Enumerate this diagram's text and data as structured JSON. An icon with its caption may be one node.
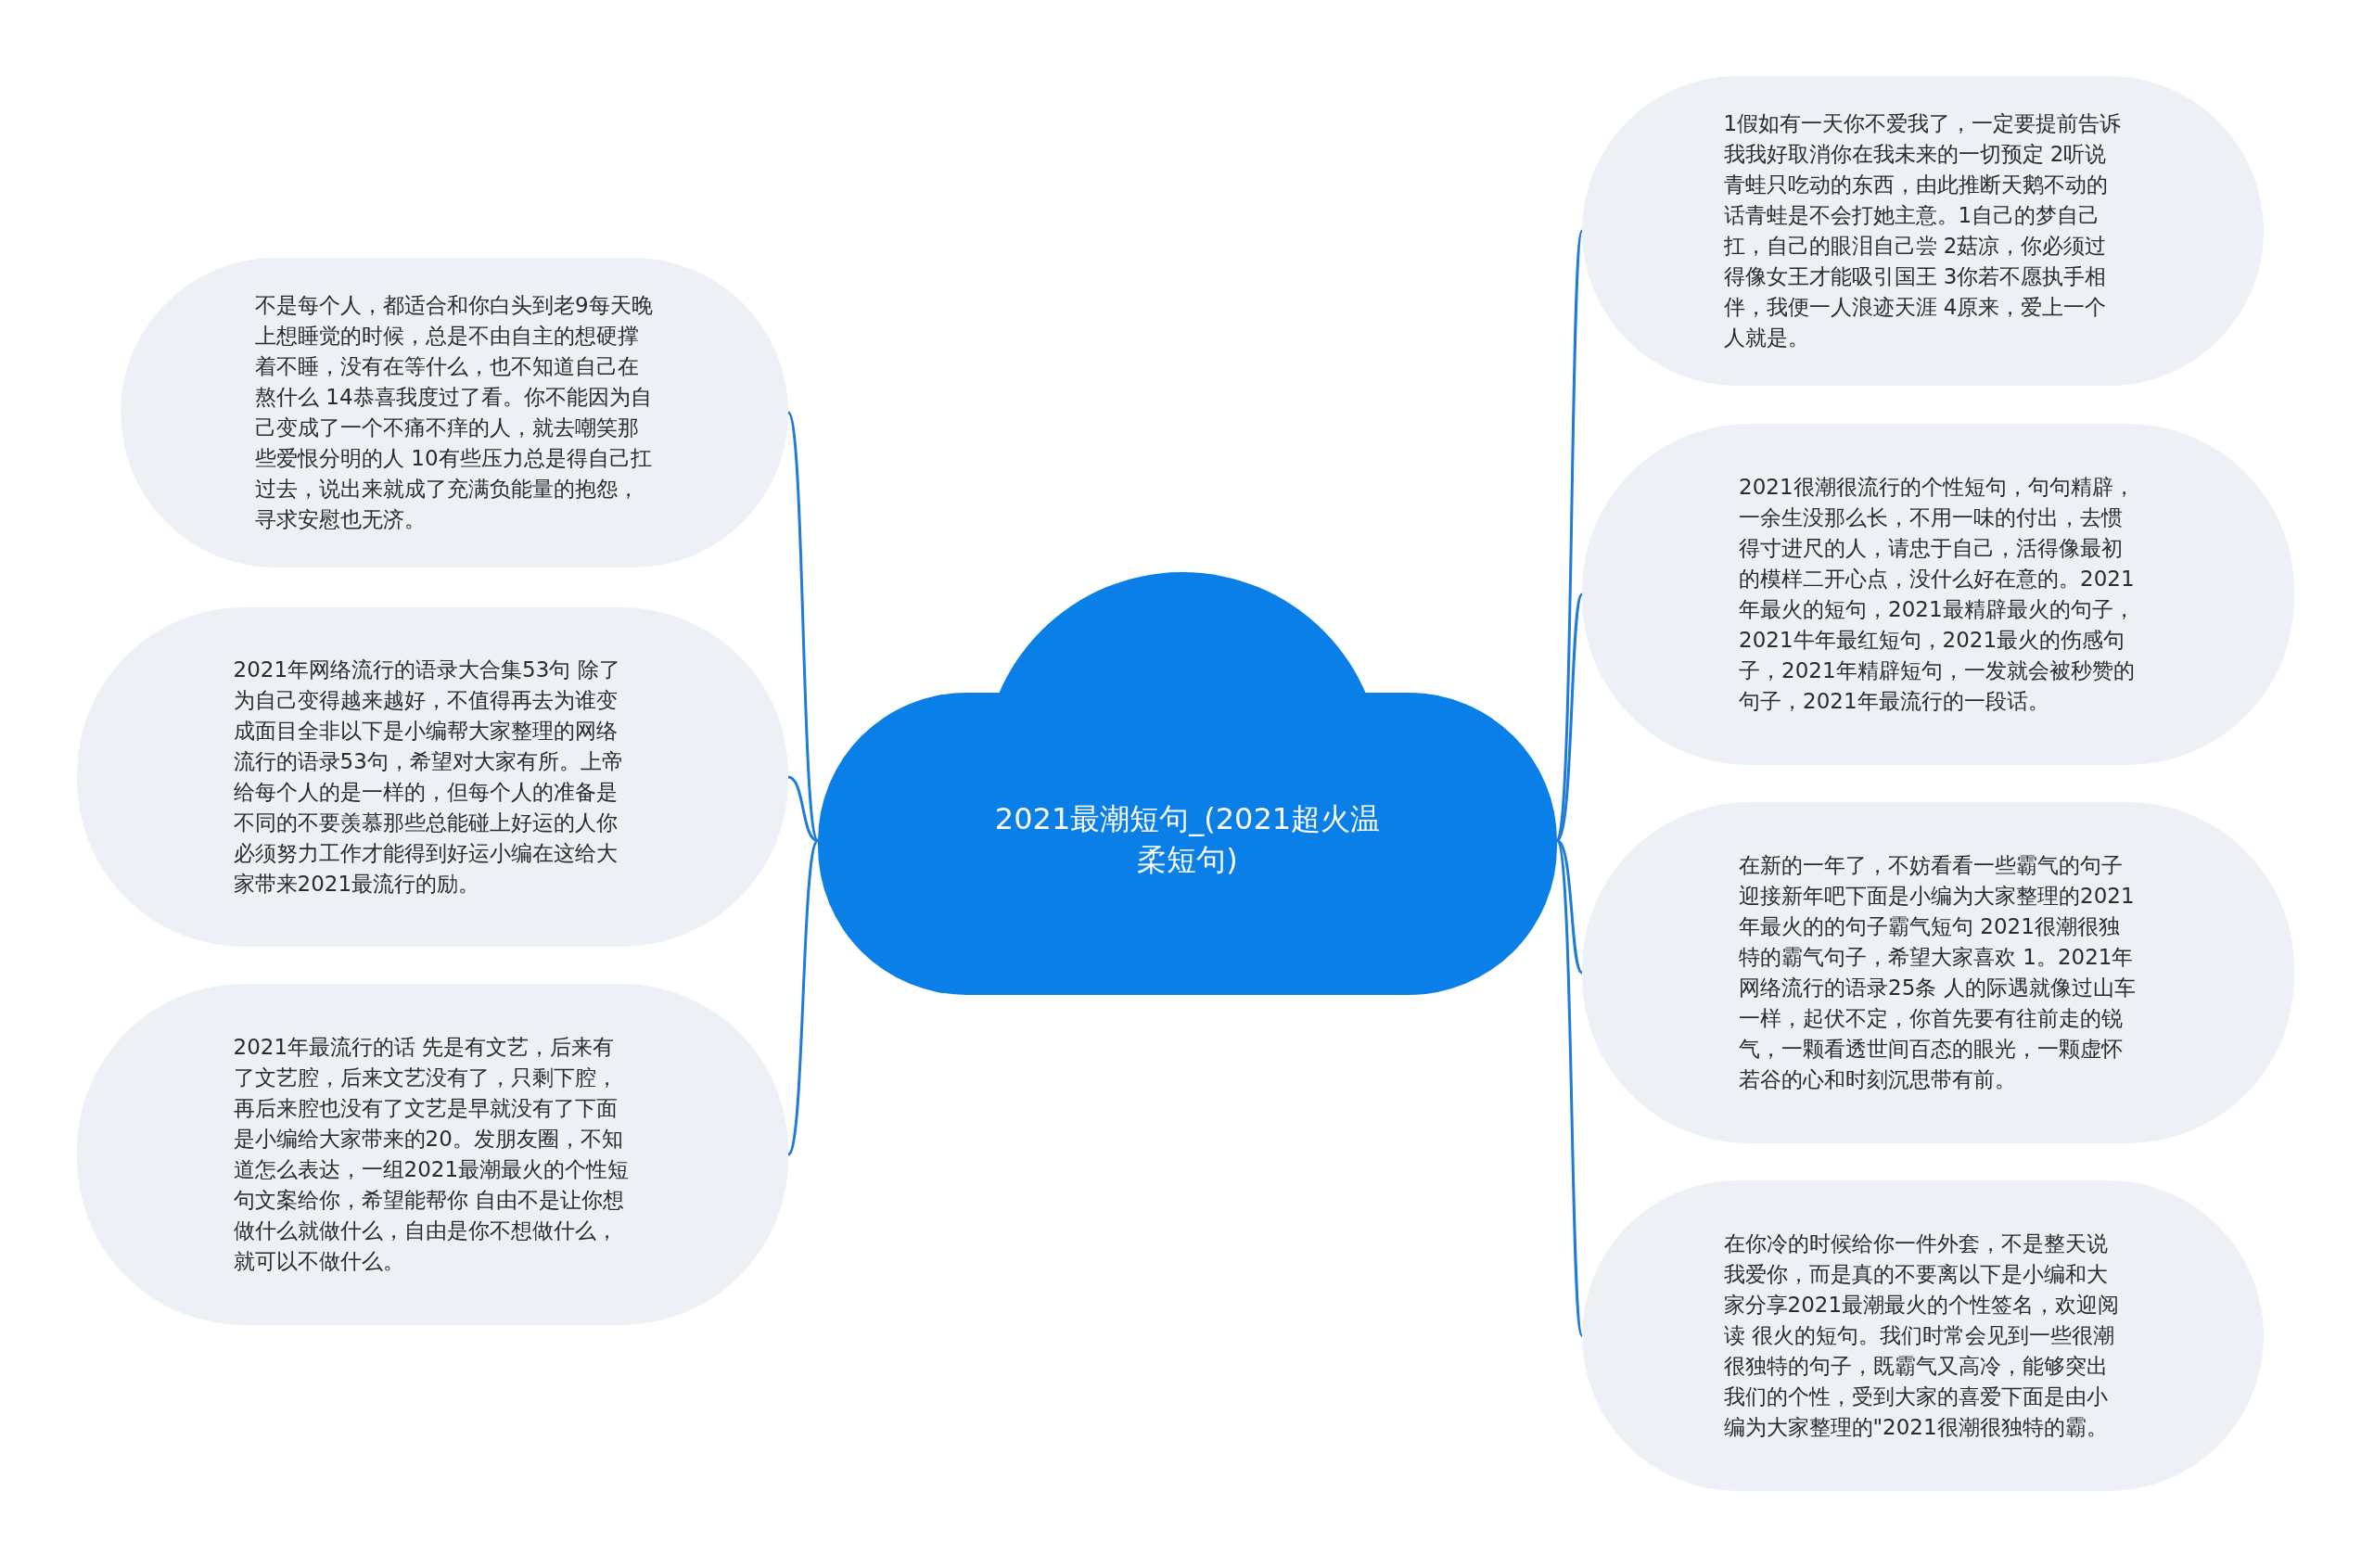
{
  "diagram": {
    "nodes": [
      {
        "text": [
          "2021最潮短句_(2021超火温柔短句)"
        ]
      },
      {
        "text": [
          "不是每个人，都适合和你白头到老9每天晚上想睡觉的时候，总是不由自主的想硬撑着不睡，没有在等什么，也不知道自己在熬什么 14恭喜我度过了看。你不能因为自己变成了一个不痛不痒的人，就去嘲笑那些爱恨分明的人 10有些压力总是得自己扛过去，说出来就成了充满负能量的抱怨，寻求安慰也无济。"
        ]
      },
      {
        "text": [
          "2021年网络流行的语录大合集53句 除了为自己变得越来越好，不值得再去为谁变成面目全非以下是小编帮大家整理的网络流行的语录53句，希望对大家有所。上帝给每个人的是一样的，但每个人的准备是不同的不要羡慕那些总能碰上好运的人你必须努力工作才能得到好运小编在这给大家带来2021最流行的励。"
        ]
      },
      {
        "text": [
          "2021年最流行的话 先是有文艺，后来有了文艺腔，后来文艺没有了，只剩下腔，再后来腔也没有了文艺是早就没有了下面是小编给大家带来的20。发朋友圈，不知道怎么表达，一组2021最潮最火的个性短句文案给你，希望能帮你 自由不是让你想做什么就做什么，自由是你不想做什么，就可以不做什么。"
        ]
      },
      {
        "text": [
          "1假如有一天你不爱我了，一定要提前告诉我我好取消你在我未来的一切预定 2听说青蛙只吃动的东西，由此推断天鹅不动的话青蛙是不会打她主意。1自己的梦自己扛，自己的眼泪自己尝 2菇凉，你必须过得像女王才能吸引国王 3你若不愿执手相伴，我便一人浪迹天涯 4原来，爱上一个人就是。"
        ]
      },
      {
        "text": [
          "2021很潮很流行的个性短句，句句精辟，一余生没那么长，不用一味的付出，去惯得寸进尺的人，请忠于自己，活得像最初的模样二开心点，没什么好在意的。2021年最火的短句，2021最精辟最火的句子，2021牛年最红短句，2021最火的伤感句子，2021年精辟短句，一发就会被秒赞的句子，2021年最流行的一段话。"
        ]
      },
      {
        "text": [
          "在新的一年了，不妨看看一些霸气的句子迎接新年吧下面是小编为大家整理的2021年最火的的句子霸气短句 2021很潮很独特的霸气句子，希望大家喜欢 1。2021年网络流行的语录25条 人的际遇就像过山车一样，起伏不定，你首先要有往前走的锐气，一颗看透世间百态的眼光，一颗虚怀若谷的心和时刻沉思带有前。"
        ]
      },
      {
        "text": [
          "在你冷的时候给你一件外套，不是整天说我爱你，而是真的不要离以下是小编和大家分享2021最潮最火的个性签名，欢迎阅读 很火的短句。我们时常会见到一些很潮很独特的句子，既霸气又高冷，能够突出我们的个性，受到大家的喜爱下面是由小编为大家整理的\"2021很潮很独特的霸。"
        ]
      }
    ],
    "edges": [
      {
        "from": 0,
        "to": 1,
        "arrow": "none"
      },
      {
        "from": 0,
        "to": 2,
        "arrow": "none"
      },
      {
        "from": 0,
        "to": 3,
        "arrow": "none"
      },
      {
        "from": 0,
        "to": 4,
        "arrow": "none"
      },
      {
        "from": 0,
        "to": 5,
        "arrow": "none"
      },
      {
        "from": 0,
        "to": 6,
        "arrow": "none"
      },
      {
        "from": 0,
        "to": 7,
        "arrow": "none"
      }
    ]
  }
}
